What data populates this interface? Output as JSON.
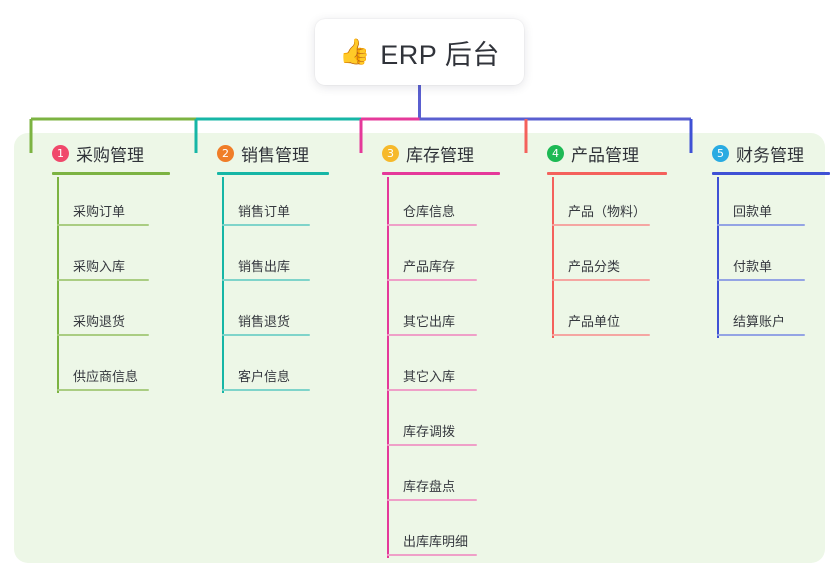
{
  "root": {
    "icon": "thumbs-up-emoji",
    "emoji": "👍",
    "title": "ERP 后台"
  },
  "palette": {
    "panel_bg": "#edf7e7",
    "page_bg": "#ffffff",
    "text": "#2f3238",
    "trunk": "#5a5fd0"
  },
  "branches": [
    {
      "number": "1",
      "label": "采购管理",
      "badge_color": "#f0486b",
      "line_color": "#7cb342",
      "leaf_line_color": "#aacd82",
      "leaves": [
        {
          "label": "采购订单"
        },
        {
          "label": "采购入库"
        },
        {
          "label": "采购退货"
        },
        {
          "label": "供应商信息"
        }
      ]
    },
    {
      "number": "2",
      "label": "销售管理",
      "badge_color": "#f07d28",
      "line_color": "#16b6a6",
      "leaf_line_color": "#7fd4ca",
      "leaves": [
        {
          "label": "销售订单"
        },
        {
          "label": "销售出库"
        },
        {
          "label": "销售退货"
        },
        {
          "label": "客户信息"
        }
      ]
    },
    {
      "number": "3",
      "label": "库存管理",
      "badge_color": "#f6b92b",
      "line_color": "#e5399a",
      "leaf_line_color": "#efa0c8",
      "leaves": [
        {
          "label": "仓库信息"
        },
        {
          "label": "产品库存"
        },
        {
          "label": "其它出库"
        },
        {
          "label": "其它入库"
        },
        {
          "label": "库存调拨"
        },
        {
          "label": "库存盘点"
        },
        {
          "label": "出库库明细"
        }
      ]
    },
    {
      "number": "4",
      "label": "产品管理",
      "badge_color": "#1db954",
      "line_color": "#f4615c",
      "leaf_line_color": "#f5a6a2",
      "leaves": [
        {
          "label": "产品（物料）"
        },
        {
          "label": "产品分类"
        },
        {
          "label": "产品单位"
        }
      ]
    },
    {
      "number": "5",
      "label": "财务管理",
      "badge_color": "#29abe2",
      "line_color": "#3f51d5",
      "leaf_line_color": "#94a4e4",
      "leaves": [
        {
          "label": "回款单"
        },
        {
          "label": "付款单"
        },
        {
          "label": "结算账户"
        }
      ]
    }
  ]
}
